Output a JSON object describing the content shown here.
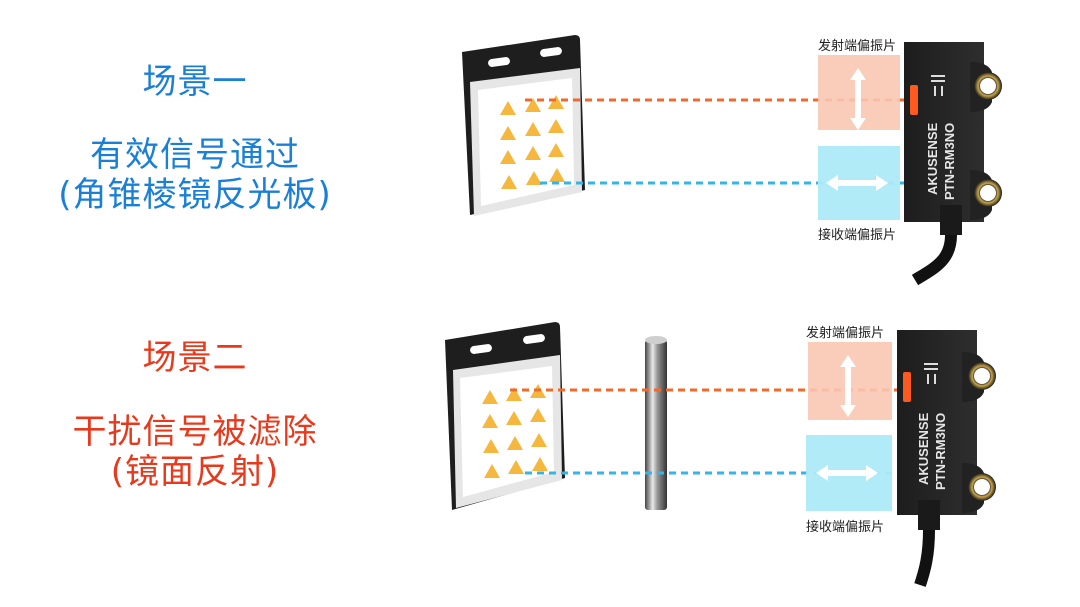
{
  "scene1": {
    "title": "场景一",
    "line1": "有效信号通过",
    "line2": "(角锥棱镜反光板)",
    "emitter_label": "发射端偏振片",
    "receiver_label": "接收端偏振片"
  },
  "scene2": {
    "title": "场景二",
    "line1": "干扰信号被滤除",
    "line2": "(镜面反射)",
    "emitter_label": "发射端偏振片",
    "receiver_label": "接收端偏振片"
  },
  "sensor": {
    "brand": "AKUSENSE",
    "model": "PTN-RM3NO"
  },
  "colors": {
    "scene1_text": "#1a7fd6",
    "scene2_text": "#e8391d",
    "emit_beam": "#f06a2a",
    "recv_beam": "#33b5e5",
    "emit_filter": "#f9c7b3",
    "recv_filter": "#aeeaf8",
    "triangles": "#f5b73d"
  }
}
